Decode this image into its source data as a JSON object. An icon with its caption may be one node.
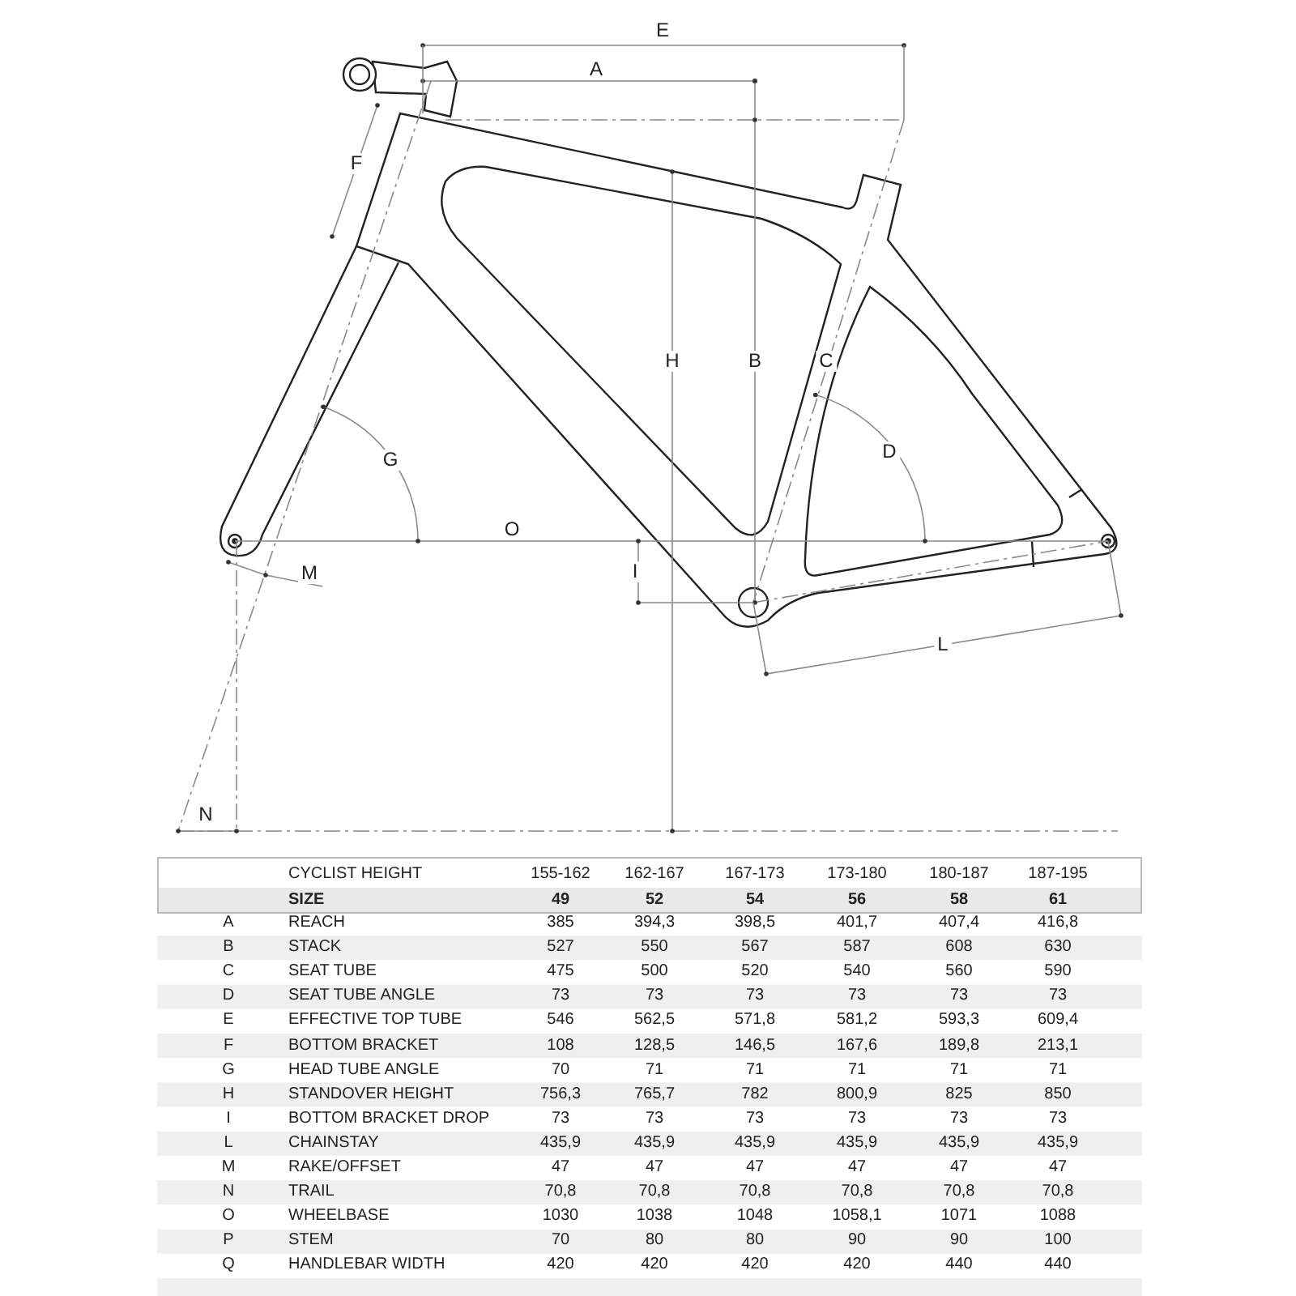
{
  "diagram": {
    "labels": [
      "E",
      "A",
      "F",
      "H",
      "B",
      "C",
      "D",
      "G",
      "O",
      "M",
      "I",
      "L",
      "N",
      "CYCLIST HEIGHT",
      "155-162",
      "162-167",
      "167-173",
      "173-180",
      "180-187",
      "187-195",
      "SIZE",
      "49",
      "52",
      "54",
      "56",
      "58",
      "61",
      "A",
      "REACH",
      "385",
      "394,3",
      "398,5",
      "401,7",
      "407,4",
      "416,8",
      "B",
      "STACK",
      "527",
      "550",
      "567",
      "587",
      "608",
      "630",
      "C",
      "SEAT TUBE",
      "475",
      "500",
      "520",
      "540",
      "560",
      "590",
      "D",
      "SEAT TUBE ANGLE",
      "73",
      "73",
      "73",
      "73",
      "73",
      "73",
      "E",
      "EFFECTIVE TOP TUBE",
      "546",
      "562,5",
      "571,8",
      "581,2",
      "593,3",
      "609,4",
      "F",
      "BOTTOM BRACKET",
      "108",
      "128,5",
      "146,5",
      "167,6",
      "189,8",
      "213,1",
      "G",
      "HEAD TUBE ANGLE",
      "70",
      "71",
      "71",
      "71",
      "71",
      "71",
      "H",
      "STANDOVER HEIGHT",
      "756,3",
      "765,7",
      "782",
      "800,9",
      "825",
      "850",
      "I",
      "BOTTOM BRACKET DROP",
      "73",
      "73",
      "73",
      "73",
      "73",
      "73",
      "L",
      "CHAINSTAY",
      "435,9",
      "435,9",
      "435,9",
      "435,9",
      "435,9",
      "435,9",
      "M",
      "RAKE/OFFSET",
      "47",
      "47",
      "47",
      "47",
      "47",
      "47",
      "N",
      "TRAIL",
      "70,8",
      "70,8",
      "70,8",
      "70,8",
      "70,8",
      "70,8",
      "O",
      "WHEELBASE",
      "1030",
      "1038",
      "1048",
      "1058,1",
      "1071",
      "1088",
      "P",
      "STEM",
      "70",
      "80",
      "80",
      "90",
      "90",
      "100",
      "Q",
      "HANDLEBAR WIDTH",
      "420",
      "420",
      "420",
      "420",
      "440",
      "440"
    ]
  }
}
